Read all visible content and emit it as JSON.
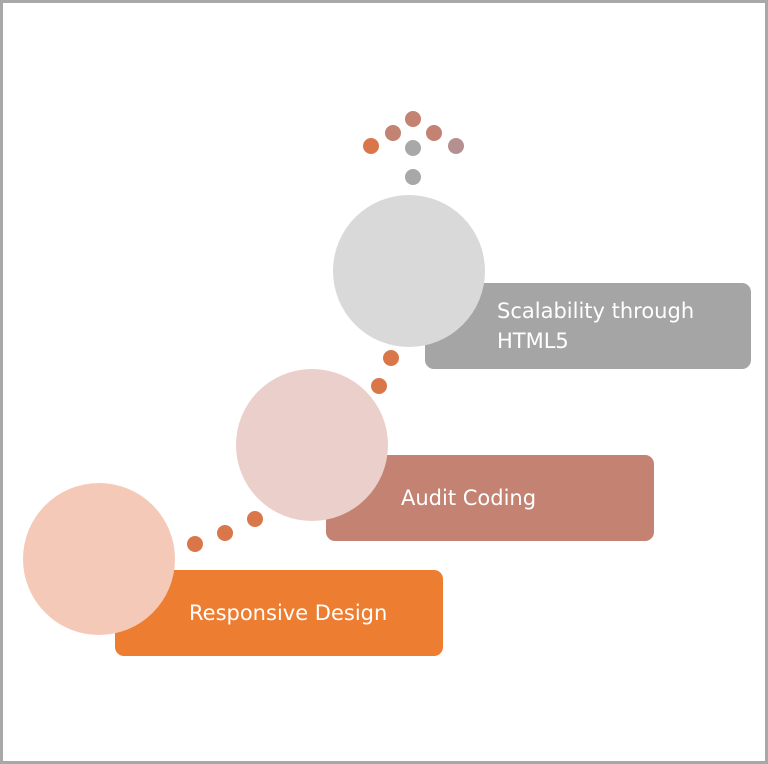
{
  "steps": [
    {
      "label": "Responsive Design",
      "box_color": "#ED7D31",
      "circle_color": "#F5C9B8"
    },
    {
      "label": "Audit Coding",
      "box_color": "#C38272",
      "circle_color": "#EBCFCA"
    },
    {
      "label": "Scalability through HTML5",
      "box_color": "#A5A5A5",
      "circle_color": "#D9D9D9"
    }
  ],
  "connector_colors": {
    "orange": "#D9774A",
    "gray": "#A8A8A8",
    "rose": "#C38272",
    "mauve": "#B59090"
  }
}
